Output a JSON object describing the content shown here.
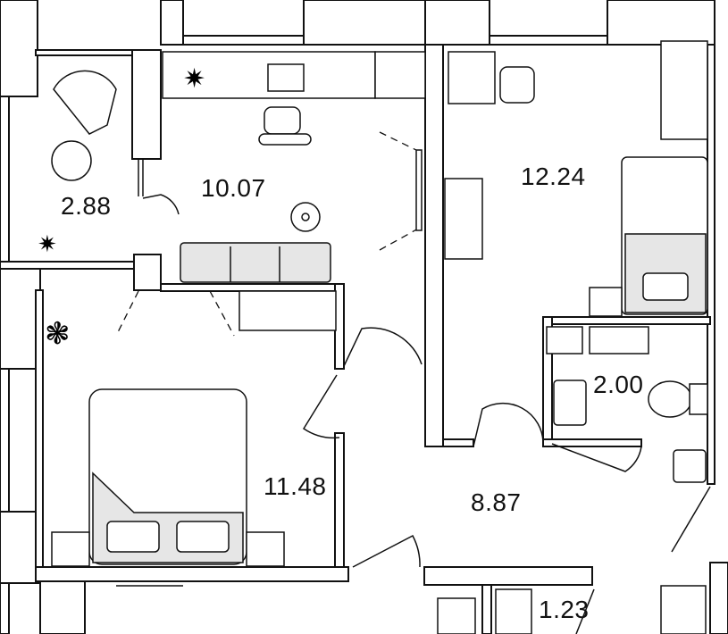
{
  "plan": {
    "rooms": [
      {
        "id": "balcony",
        "area": "2.88"
      },
      {
        "id": "office",
        "area": "10.07"
      },
      {
        "id": "bedroom-kids",
        "area": "12.24"
      },
      {
        "id": "bathroom",
        "area": "2.00"
      },
      {
        "id": "bedroom",
        "area": "11.48"
      },
      {
        "id": "hallway",
        "area": "8.87"
      },
      {
        "id": "wc",
        "area": "1.23"
      }
    ]
  }
}
